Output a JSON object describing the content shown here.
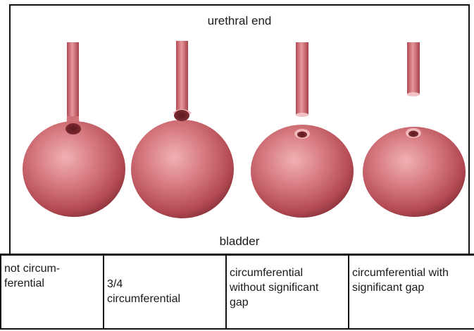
{
  "header": {
    "label": "urethral end"
  },
  "footer": {
    "label": "bladder"
  },
  "stages": [
    {
      "label": "not circum-\nferential"
    },
    {
      "label": "3/4\ncircumferential"
    },
    {
      "label": "circumferential\nwithout significant\ngap"
    },
    {
      "label": "circumferential with\nsignificant gap"
    }
  ],
  "colors": {
    "bladder": "#c45a61",
    "bladder_highlight": "#f2b3b5",
    "bladder_shadow": "#8a3038",
    "border": "#111111"
  }
}
